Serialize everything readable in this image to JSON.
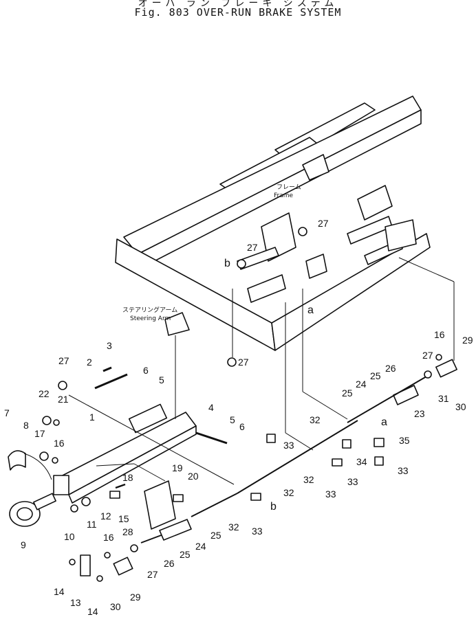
{
  "header": {
    "title_jp": "オーバ ラン ブレーキ システム",
    "title_en": "Fig. 803   OVER-RUN BRAKE SYSTEM"
  },
  "annotations": {
    "frame_jp": "フレーム",
    "frame_en": "Frame",
    "steering_jp": "ステアリングアーム",
    "steering_en": "Steering  Arm"
  },
  "callouts": [
    {
      "id": "c1",
      "text": "1"
    },
    {
      "id": "c2",
      "text": "2"
    },
    {
      "id": "c3",
      "text": "3"
    },
    {
      "id": "c4",
      "text": "4"
    },
    {
      "id": "c5a",
      "text": "5"
    },
    {
      "id": "c5b",
      "text": "5"
    },
    {
      "id": "c6a",
      "text": "6"
    },
    {
      "id": "c6b",
      "text": "6"
    },
    {
      "id": "c7",
      "text": "7"
    },
    {
      "id": "c8",
      "text": "8"
    },
    {
      "id": "c9",
      "text": "9"
    },
    {
      "id": "c10",
      "text": "10"
    },
    {
      "id": "c11",
      "text": "11"
    },
    {
      "id": "c12",
      "text": "12"
    },
    {
      "id": "c13",
      "text": "13"
    },
    {
      "id": "c14a",
      "text": "14"
    },
    {
      "id": "c14b",
      "text": "14"
    },
    {
      "id": "c15",
      "text": "15"
    },
    {
      "id": "c16a",
      "text": "16"
    },
    {
      "id": "c16b",
      "text": "16"
    },
    {
      "id": "c16c",
      "text": "16"
    },
    {
      "id": "c17",
      "text": "17"
    },
    {
      "id": "c18",
      "text": "18"
    },
    {
      "id": "c19",
      "text": "19"
    },
    {
      "id": "c20",
      "text": "20"
    },
    {
      "id": "c21",
      "text": "21"
    },
    {
      "id": "c22",
      "text": "22"
    },
    {
      "id": "c23",
      "text": "23"
    },
    {
      "id": "c24a",
      "text": "24"
    },
    {
      "id": "c24b",
      "text": "24"
    },
    {
      "id": "c25a",
      "text": "25"
    },
    {
      "id": "c25b",
      "text": "25"
    },
    {
      "id": "c25c",
      "text": "25"
    },
    {
      "id": "c25d",
      "text": "25"
    },
    {
      "id": "c26a",
      "text": "26"
    },
    {
      "id": "c26b",
      "text": "26"
    },
    {
      "id": "c27a",
      "text": "27"
    },
    {
      "id": "c27b",
      "text": "27"
    },
    {
      "id": "c27c",
      "text": "27"
    },
    {
      "id": "c27d",
      "text": "27"
    },
    {
      "id": "c27e",
      "text": "27"
    },
    {
      "id": "c27f",
      "text": "27"
    },
    {
      "id": "c28",
      "text": "28"
    },
    {
      "id": "c29a",
      "text": "29"
    },
    {
      "id": "c29b",
      "text": "29"
    },
    {
      "id": "c30a",
      "text": "30"
    },
    {
      "id": "c30b",
      "text": "30"
    },
    {
      "id": "c31",
      "text": "31"
    },
    {
      "id": "c32a",
      "text": "32"
    },
    {
      "id": "c32b",
      "text": "32"
    },
    {
      "id": "c32c",
      "text": "32"
    },
    {
      "id": "c32d",
      "text": "32"
    },
    {
      "id": "c33a",
      "text": "33"
    },
    {
      "id": "c33b",
      "text": "33"
    },
    {
      "id": "c33c",
      "text": "33"
    },
    {
      "id": "c33d",
      "text": "33"
    },
    {
      "id": "c33e",
      "text": "33"
    },
    {
      "id": "c34",
      "text": "34"
    },
    {
      "id": "c35",
      "text": "35"
    },
    {
      "id": "ca1",
      "text": "a"
    },
    {
      "id": "ca2",
      "text": "a"
    },
    {
      "id": "cb1",
      "text": "b"
    },
    {
      "id": "cb2",
      "text": "b"
    }
  ]
}
